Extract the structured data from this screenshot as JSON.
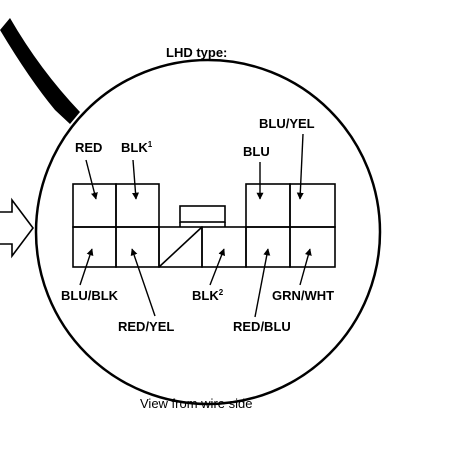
{
  "title": "LHD type:",
  "caption": "View from wire side",
  "wires": {
    "red": "RED",
    "blk1": "BLK",
    "blk1_sup": "1",
    "blu_yel": "BLU/YEL",
    "blu": "BLU",
    "blu_blk": "BLU/BLK",
    "red_yel": "RED/YEL",
    "blk2": "BLK",
    "blk2_sup": "2",
    "red_blu": "RED/BLU",
    "grn_wht": "GRN/WHT"
  },
  "icons": {
    "arrow": "right-arrow-icon",
    "cable": "wire-harness"
  },
  "colors": {
    "line": "#000000",
    "background": "#ffffff"
  }
}
